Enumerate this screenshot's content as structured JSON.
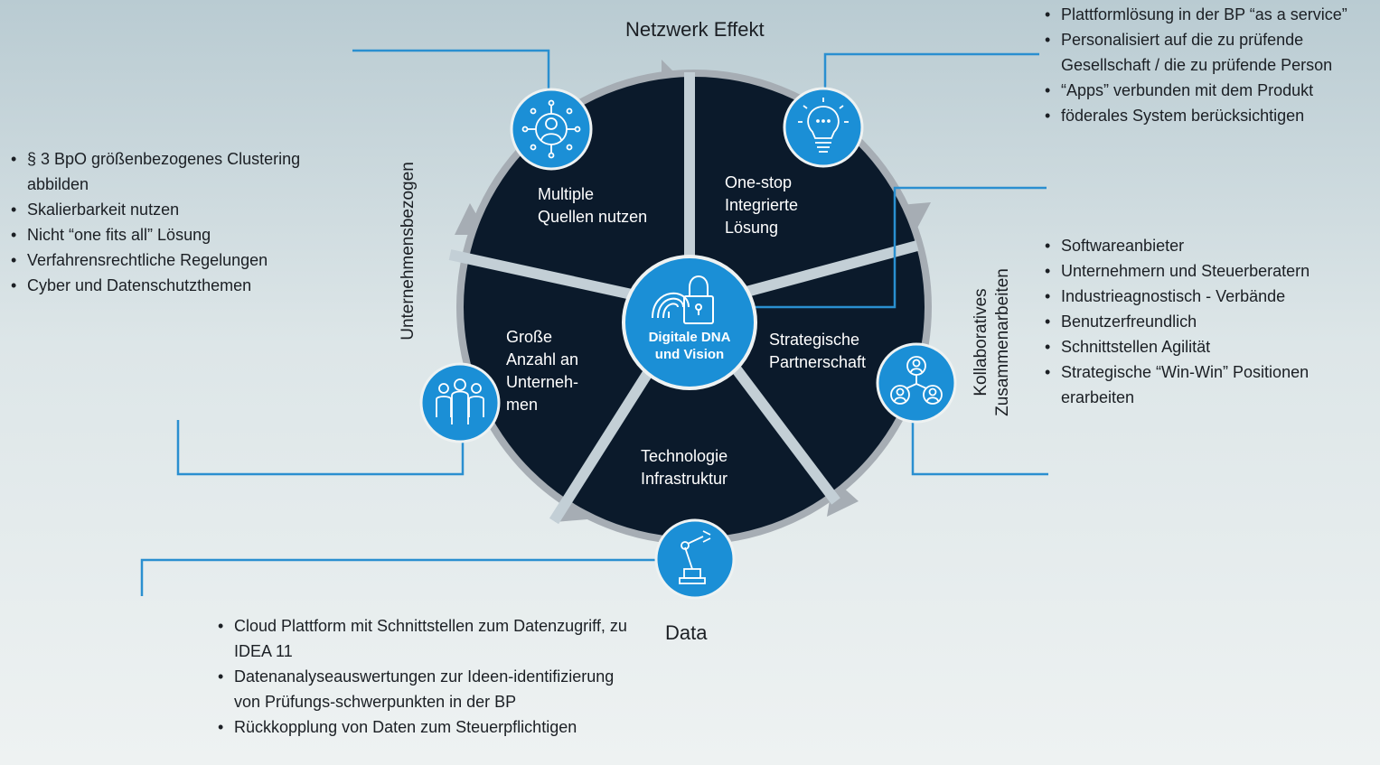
{
  "labels": {
    "top": "Netzwerk Effekt",
    "bottom": "Data",
    "left": "Unternehmensbezogen",
    "right_line1": "Kollaboratives",
    "right_line2": "Zusammenarbeiten"
  },
  "center": {
    "line1": "Digitale DNA",
    "line2": "und Vision"
  },
  "segments": {
    "multiple": [
      "Multiple",
      "Quellen nutzen"
    ],
    "onestop": [
      "One-stop",
      "Integrierte",
      "Lösung"
    ],
    "strategic": [
      "Strategische",
      "Partnerschaft"
    ],
    "technology": [
      "Technologie",
      "Infrastruktur"
    ],
    "large": [
      "Große",
      "Anzahl an",
      "Unterneh-",
      "men"
    ]
  },
  "bullets_top_right": [
    "Plattformlösung in der BP “as a service”",
    "Personalisiert auf die zu prüfende Gesellschaft / die zu prüfende Person",
    "“Apps” verbunden mit dem Produkt",
    "föderales System berücksichtigen"
  ],
  "bullets_right": [
    "Softwareanbieter",
    "Unternehmern und Steuerberatern",
    "Industrieagnostisch - Verbände",
    "Benutzerfreundlich",
    "Schnittstellen Agilität",
    "Strategische “Win-Win” Positionen erarbeiten"
  ],
  "bullets_left": [
    "§ 3 BpO größenbezogenes Clustering abbilden",
    "Skalierbarkeit nutzen",
    "Nicht “one fits all” Lösung",
    "Verfahrensrechtliche Regelungen",
    "Cyber und Datenschutzthemen"
  ],
  "bullets_bottom": [
    "Cloud Plattform mit Schnittstellen zum Datenzugriff, zu IDEA 11",
    "Datenanalyseauswertungen zur Ideen-identifizierung von Prüfungs-schwerpunkten in der BP",
    "Rückkopplung von Daten zum Steuerpflichtigen"
  ],
  "icons": [
    "network-icon",
    "lightbulb-icon",
    "collaboration-icon",
    "robot-arm-icon",
    "people-group-icon",
    "fingerprint-lock-icon"
  ],
  "colors": {
    "segment": "#0b1a2b",
    "icon_circle": "#1b8fd6",
    "ring": "#a6adb4",
    "connector": "#2a8fd0",
    "divider": "#c3cfd6"
  }
}
